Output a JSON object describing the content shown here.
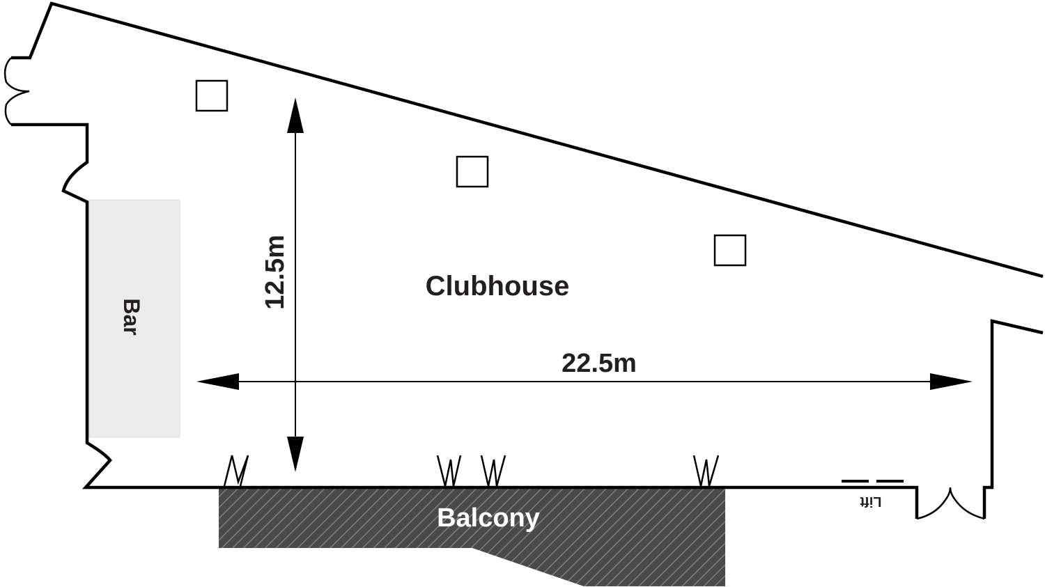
{
  "rooms": {
    "main_label": "Clubhouse",
    "bar_label": "Bar",
    "balcony_label": "Balcony",
    "lift_label": "Lift"
  },
  "dimensions": {
    "width_label": "22.5m",
    "depth_label": "12.5m"
  },
  "colors": {
    "wall": "#000000",
    "bar_fill": "#ececec",
    "balcony_fill": "#4a4a4a",
    "balcony_text": "#ffffff",
    "text": "#231f20"
  }
}
